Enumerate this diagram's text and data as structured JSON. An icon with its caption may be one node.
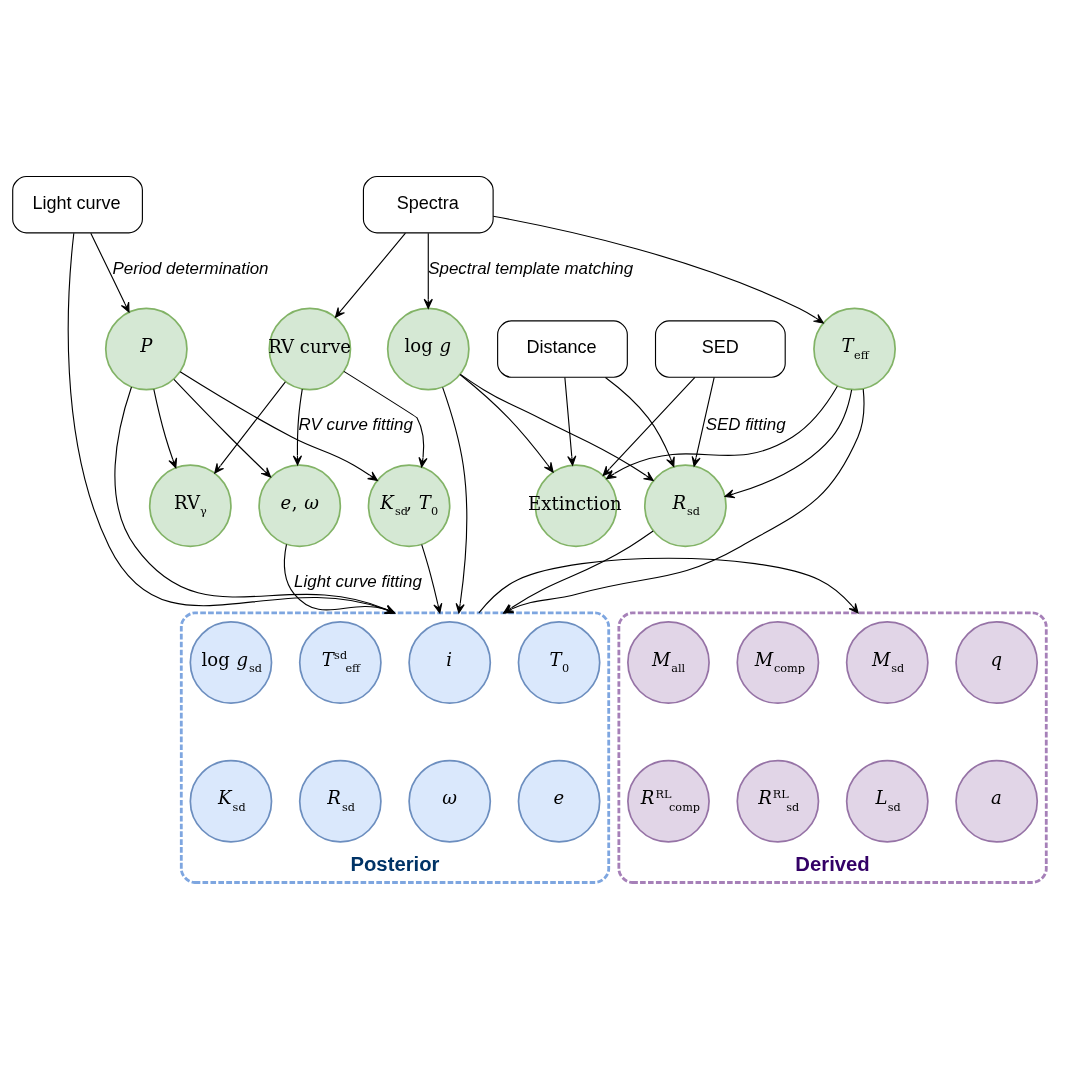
{
  "diagram": {
    "nodes": [
      {
        "text": [
          "Light curve"
        ]
      },
      {
        "text": [
          "Spectra"
        ]
      },
      {
        "text": [
          "SED"
        ]
      },
      {
        "text": [
          "Distance"
        ]
      },
      {
        "text": [
          "*P*"
        ]
      },
      {
        "text": [
          "RV curve"
        ]
      },
      {
        "text": [
          "log *g*"
        ]
      },
      {
        "text": [
          "*T*$_{eff}$"
        ]
      },
      {
        "text": [
          "*K*$_{sd}$, *T*$_{0}$"
        ]
      },
      {
        "text": [
          "*e*, *ω*"
        ]
      },
      {
        "text": [
          "RV$_{γ}$"
        ]
      },
      {
        "text": [
          "*R*$_{sd}$"
        ]
      },
      {
        "text": [
          "Extinction"
        ]
      },
      {
        "text": [
          "Posterior"
        ]
      },
      {
        "text": [
          "*T*$_{0}$"
        ],
        "in": 13
      },
      {
        "text": [
          "*i*"
        ],
        "in": 13
      },
      {
        "text": [
          "*T*$^{sd}$$_{eff}$"
        ],
        "in": 13
      },
      {
        "text": [
          "log *g*$_{sd}$"
        ],
        "in": 13
      },
      {
        "text": [
          "*e*"
        ],
        "in": 13
      },
      {
        "text": [
          "*ω*"
        ],
        "in": 13
      },
      {
        "text": [
          "*R*$_{sd}$"
        ],
        "in": 13
      },
      {
        "text": [
          "*K*$_{sd}$"
        ],
        "in": 13
      },
      {
        "text": [
          "Derived"
        ]
      },
      {
        "text": [
          "*q*"
        ],
        "in": 22
      },
      {
        "text": [
          "*M*$_{sd}$"
        ],
        "in": 22
      },
      {
        "text": [
          "*M*$_{comp}$"
        ],
        "in": 22
      },
      {
        "text": [
          "*M*$_{all}$"
        ],
        "in": 22
      },
      {
        "text": [
          "*a*"
        ],
        "in": 22
      },
      {
        "text": [
          "*L*$_{sd}$"
        ],
        "in": 22
      },
      {
        "text": [
          "*R*$^{RL}$$_{sd}$"
        ],
        "in": 22
      },
      {
        "text": [
          "*R*$^{RL}$$_{comp}$"
        ],
        "in": 22
      }
    ],
    "edges": [
      {
        "from": 0,
        "to": 4,
        "arrow": "to",
        "label": "Period determination"
      },
      {
        "from": 1,
        "to": 5,
        "arrow": "to"
      },
      {
        "from": 1,
        "to": 6,
        "arrow": "to",
        "label": "Spectral template matching"
      },
      {
        "from": 1,
        "to": 7,
        "arrow": "to"
      },
      {
        "from": 4,
        "to": 8,
        "arrow": "to"
      },
      {
        "from": 4,
        "to": 9,
        "arrow": "to"
      },
      {
        "from": 4,
        "to": 10,
        "arrow": "to"
      },
      {
        "from": 5,
        "to": 8,
        "arrow": "to"
      },
      {
        "from": 5,
        "to": 9,
        "arrow": "to",
        "label": "RV curve fitting"
      },
      {
        "from": 5,
        "to": 10,
        "arrow": "to"
      },
      {
        "from": 2,
        "to": 11,
        "arrow": "to",
        "label": "SED fitting"
      },
      {
        "from": 2,
        "to": 12,
        "arrow": "to"
      },
      {
        "from": 3,
        "to": 11,
        "arrow": "to"
      },
      {
        "from": 3,
        "to": 12,
        "arrow": "to"
      },
      {
        "from": 6,
        "to": 11,
        "arrow": "to"
      },
      {
        "from": 6,
        "to": 12,
        "arrow": "to"
      },
      {
        "from": 7,
        "to": 11,
        "arrow": "to"
      },
      {
        "from": 7,
        "to": 12,
        "arrow": "to"
      },
      {
        "from": 0,
        "to": 13,
        "arrow": "to"
      },
      {
        "from": 4,
        "to": 13,
        "arrow": "to"
      },
      {
        "from": 8,
        "to": 13,
        "arrow": "to"
      },
      {
        "from": 9,
        "to": 13,
        "arrow": "to",
        "label": "Light curve fitting"
      },
      {
        "from": 6,
        "to": 13,
        "arrow": "to"
      },
      {
        "from": 7,
        "to": 13,
        "arrow": "to"
      },
      {
        "from": 11,
        "to": 13,
        "arrow": "to"
      },
      {
        "from": 13,
        "to": 22,
        "arrow": "to"
      }
    ]
  }
}
